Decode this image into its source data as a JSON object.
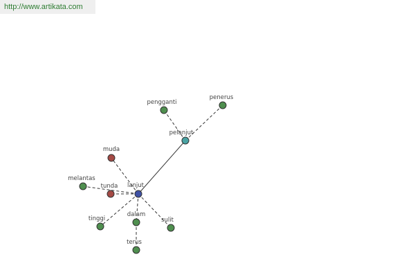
{
  "source_url": "http://www.artikata.com",
  "colors": {
    "url_text": "#2e7d32",
    "url_bar_bg": "#efefef",
    "center_node": "#3f51a5",
    "hub_node": "#4aa3a3",
    "synonym_node": "#4f8f4f",
    "antonym_node": "#a54a45"
  },
  "graph": {
    "nodes": [
      {
        "id": "lanjut",
        "label": "lanjut",
        "kind": "center"
      },
      {
        "id": "pelanjut",
        "label": "pelanjut",
        "kind": "hub"
      },
      {
        "id": "pengganti",
        "label": "pengganti",
        "kind": "synonym"
      },
      {
        "id": "penerus",
        "label": "penerus",
        "kind": "synonym"
      },
      {
        "id": "muda",
        "label": "muda",
        "kind": "antonym"
      },
      {
        "id": "melantas",
        "label": "melantas",
        "kind": "synonym"
      },
      {
        "id": "tunda",
        "label": "tunda",
        "kind": "antonym"
      },
      {
        "id": "tinggi",
        "label": "tinggi",
        "kind": "synonym"
      },
      {
        "id": "dalam",
        "label": "dalam",
        "kind": "synonym"
      },
      {
        "id": "sulit",
        "label": "sulit",
        "kind": "synonym"
      },
      {
        "id": "terus",
        "label": "terus",
        "kind": "synonym"
      }
    ],
    "edges": [
      {
        "from": "lanjut",
        "to": "pelanjut",
        "style": "solid"
      },
      {
        "from": "pelanjut",
        "to": "pengganti",
        "style": "dashed"
      },
      {
        "from": "pelanjut",
        "to": "penerus",
        "style": "dashed"
      },
      {
        "from": "lanjut",
        "to": "muda",
        "style": "dashed"
      },
      {
        "from": "lanjut",
        "to": "melantas",
        "style": "dashed"
      },
      {
        "from": "lanjut",
        "to": "tunda",
        "style": "dashed"
      },
      {
        "from": "lanjut",
        "to": "tinggi",
        "style": "dashed"
      },
      {
        "from": "lanjut",
        "to": "dalam",
        "style": "dashed"
      },
      {
        "from": "lanjut",
        "to": "sulit",
        "style": "dashed"
      },
      {
        "from": "dalam",
        "to": "terus",
        "style": "dashed"
      }
    ]
  }
}
